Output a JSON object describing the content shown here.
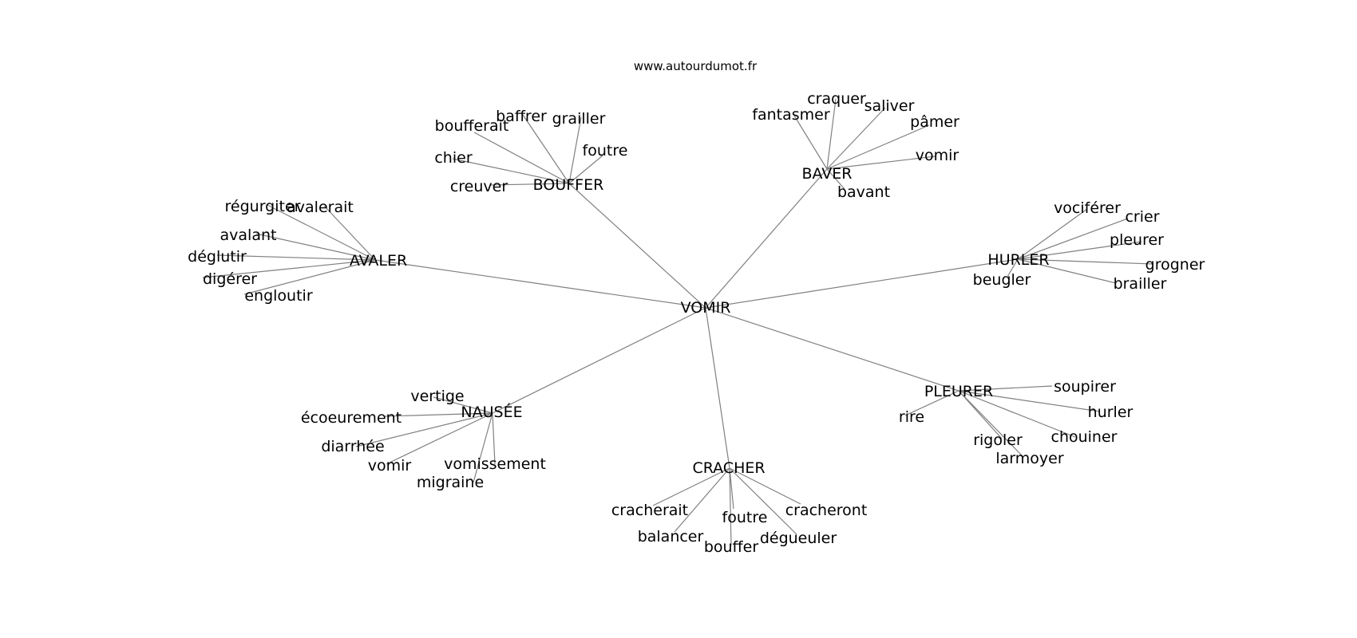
{
  "site": "www.autourdumot.fr",
  "center": "VOMIR",
  "clusters": [
    {
      "name": "AVALER",
      "leaves": [
        "régurgiter",
        "avalerait",
        "avalant",
        "déglutir",
        "digérer",
        "engloutir"
      ]
    },
    {
      "name": "BOUFFER",
      "leaves": [
        "baffrer",
        "grailler",
        "boufferait",
        "foutre",
        "chier",
        "creuver"
      ]
    },
    {
      "name": "BAVER",
      "leaves": [
        "craquer",
        "saliver",
        "fantasmer",
        "pâmer",
        "vomir",
        "bavant"
      ]
    },
    {
      "name": "HURLER",
      "leaves": [
        "vociférer",
        "crier",
        "pleurer",
        "grogner",
        "beugler",
        "brailler"
      ]
    },
    {
      "name": "PLEURER",
      "leaves": [
        "soupirer",
        "hurler",
        "rire",
        "chouiner",
        "rigoler",
        "larmoyer"
      ]
    },
    {
      "name": "CRACHER",
      "leaves": [
        "cracherait",
        "cracheront",
        "foutre",
        "balancer",
        "dégueuler",
        "bouffer"
      ]
    },
    {
      "name": "NAUSÉE",
      "leaves": [
        "vertige",
        "écoeurement",
        "diarrhée",
        "vomissement",
        "vomir",
        "migraine"
      ]
    }
  ]
}
